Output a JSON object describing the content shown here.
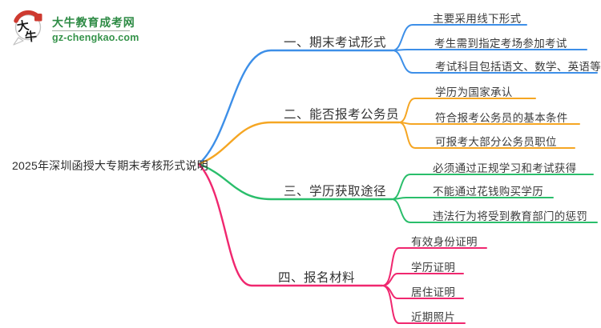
{
  "colors": {
    "branch_blue": "#3D8FE8",
    "branch_orange": "#F5A623",
    "branch_green": "#2ABE6B",
    "branch_pink": "#F0276F",
    "brand_green": "#2E8B45",
    "logo_red": "#CE3A30",
    "text_dark": "#333333"
  },
  "logo": {
    "mark_char_top": "大",
    "mark_char_bottom": "牛",
    "site_name": "大牛教育成考网",
    "site_domain": "gz-chengkao.com"
  },
  "root": {
    "label": "2025年深圳函授大专期末考核形式说明"
  },
  "branches": [
    {
      "label": "一、期末考试形式",
      "color": "#3D8FE8",
      "children": [
        "主要采用线下形式",
        "考生需到指定考场参加考试",
        "考试科目包括语文、数学、英语等"
      ]
    },
    {
      "label": "二、能否报考公务员",
      "color": "#F5A623",
      "children": [
        "学历为国家承认",
        "符合报考公务员的基本条件",
        "可报考大部分公务员职位"
      ]
    },
    {
      "label": "三、学历获取途径",
      "color": "#2ABE6B",
      "children": [
        "必须通过正规学习和考试获得",
        "不能通过花钱购买学历",
        "违法行为将受到教育部门的惩罚"
      ]
    },
    {
      "label": "四、报名材料",
      "color": "#F0276F",
      "children": [
        "有效身份证明",
        "学历证明",
        "居住证明",
        "近期照片"
      ]
    }
  ]
}
